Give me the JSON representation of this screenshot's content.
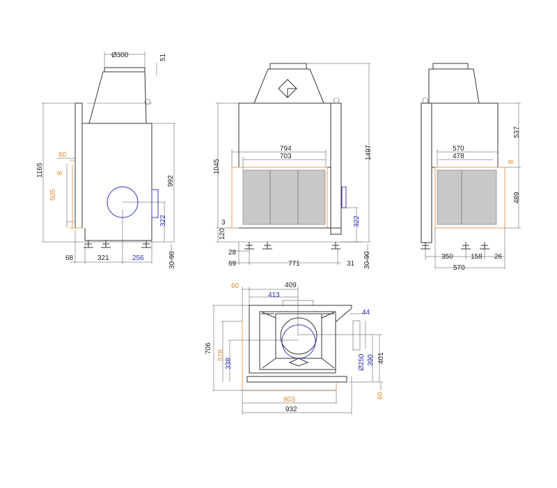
{
  "colors": {
    "line": "#333333",
    "orange": "#e08a2a",
    "blue": "#2a2ab0"
  },
  "side_view_left": {
    "flue_diameter": "Ø300",
    "collar_height": "51",
    "total_height": "1165",
    "body_height": "992",
    "offset_top": "60",
    "gap": "8",
    "glass_height": "505",
    "outlet_height": "322",
    "depth_front": "68",
    "depth_mid": "321",
    "depth_outlet": "256",
    "feet_range": "30-90"
  },
  "front_view": {
    "width_outer": "794",
    "width_inner": "703",
    "height_1045": "1045",
    "height_total": "1497",
    "gap_3": "3",
    "base_120": "120",
    "left_28": "28",
    "left_69": "69",
    "width_771": "771",
    "right_31": "31",
    "outlet_height": "322",
    "feet_range": "30-90"
  },
  "side_view_right": {
    "width_outer": "570",
    "width_inner": "478",
    "height_top": "537",
    "gap": "8",
    "glass_height": "489",
    "dim_350": "350",
    "dim_158": "158",
    "dim_26": "26",
    "width_total": "570"
  },
  "top_view": {
    "offset_60": "60",
    "dim_409": "409",
    "dim_413": "413",
    "dim_44": "44",
    "depth_706": "706",
    "depth_578": "578",
    "depth_338": "338",
    "flue_250": "Ø250",
    "dim_390": "390",
    "dim_401": "401",
    "width_803": "803",
    "width_932": "932",
    "offset_60_bottom": "60"
  }
}
